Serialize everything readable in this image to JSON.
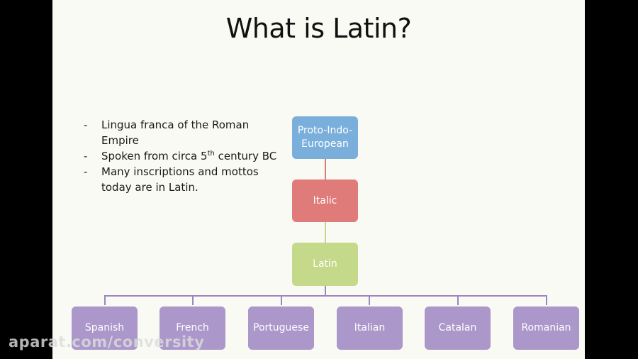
{
  "slide": {
    "title": "What is Latin?",
    "bullets": [
      {
        "dash": "-",
        "text": "Lingua franca of the Roman Empire"
      },
      {
        "dash": "-",
        "text_before": "Spoken from circa 5",
        "sup": "th",
        "text_after": " century BC"
      },
      {
        "dash": "-",
        "text": "Many inscriptions and mottos today are in Latin."
      }
    ]
  },
  "tree": {
    "root": {
      "label": "Proto-Indo-European",
      "color": "#7aaedb"
    },
    "level2": {
      "label": "Italic",
      "color": "#df7b79"
    },
    "level3": {
      "label": "Latin",
      "color": "#c4d98a"
    },
    "children": [
      {
        "label": "Spanish",
        "color": "#ab97ca"
      },
      {
        "label": "French",
        "color": "#ab97ca"
      },
      {
        "label": "Portuguese",
        "color": "#ab97ca"
      },
      {
        "label": "Italian",
        "color": "#ab97ca"
      },
      {
        "label": "Catalan",
        "color": "#ab97ca"
      },
      {
        "label": "Romanian",
        "color": "#ab97ca"
      }
    ],
    "connector_colors": {
      "root_to_italic": "#d87a78",
      "italic_to_latin": "#c2d88c",
      "latin_to_children": "#9b86c2"
    }
  },
  "watermark": {
    "text": "aparat.com/conversity"
  }
}
